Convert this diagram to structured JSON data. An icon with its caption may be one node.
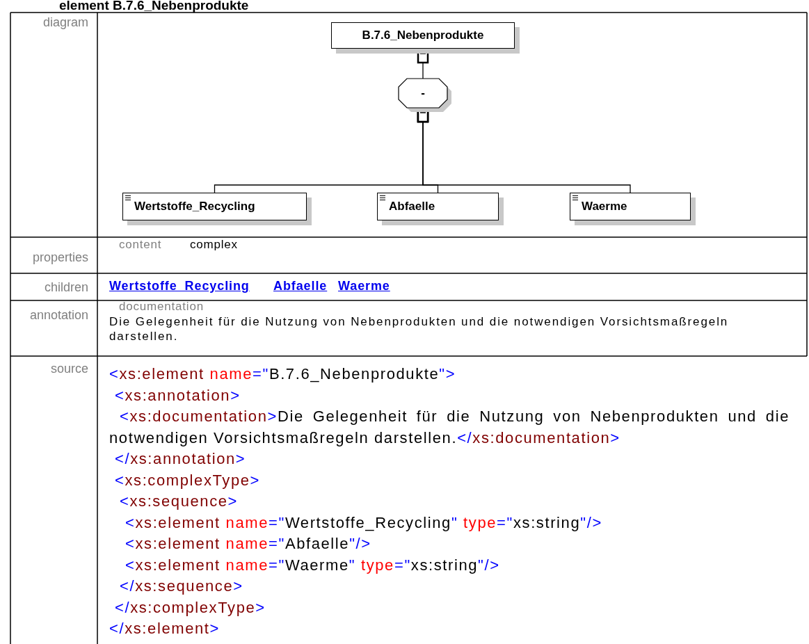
{
  "diagram": {
    "title": "element B.7.6_Nebenprodukte",
    "nodes": [
      {
        "text": [
          "B.7.6_Nebenprodukte"
        ]
      },
      {
        "text": [
          "-"
        ]
      },
      {
        "text": [
          "Wertstoffe_Recycling"
        ]
      },
      {
        "text": [
          "Abfaelle"
        ]
      },
      {
        "text": [
          "Waerme"
        ]
      }
    ],
    "edges": [
      {
        "from": 0,
        "to": 1,
        "arrow": "other"
      },
      {
        "from": 1,
        "to": 2,
        "arrow": "other"
      },
      {
        "from": 1,
        "to": 3,
        "arrow": "other"
      },
      {
        "from": 1,
        "to": 4,
        "arrow": "other"
      }
    ],
    "labels": [
      "diagram",
      "properties",
      "content",
      "complex",
      "children",
      "Wertstoffe_Recycling",
      "Abfaelle",
      "Waerme",
      "annotation",
      "documentation",
      "Die Gelegenheit für die Nutzung von Nebenprodukten und die notwendigen Vorsichtsmaßregeln darstellen.",
      "source",
      "<xs:element name=\"B.7.6_Nebenprodukte\">",
      "<xs:annotation>",
      "<xs:documentation>Die Gelegenheit für die Nutzung von Nebenprodukten und die notwendigen Vorsichtsmaßregeln darstellen.</xs:documentation>",
      "</xs:annotation>",
      "<xs:complexType>",
      "<xs:sequence>",
      "<xs:element name=\"Wertstoffe_Recycling\" type=\"xs:string\"/>",
      "<xs:element name=\"Abfaelle\"/>",
      "<xs:element name=\"Waerme\" type=\"xs:string\"/>",
      "</xs:sequence>",
      "</xs:complexType>",
      "</xs:element>"
    ]
  }
}
